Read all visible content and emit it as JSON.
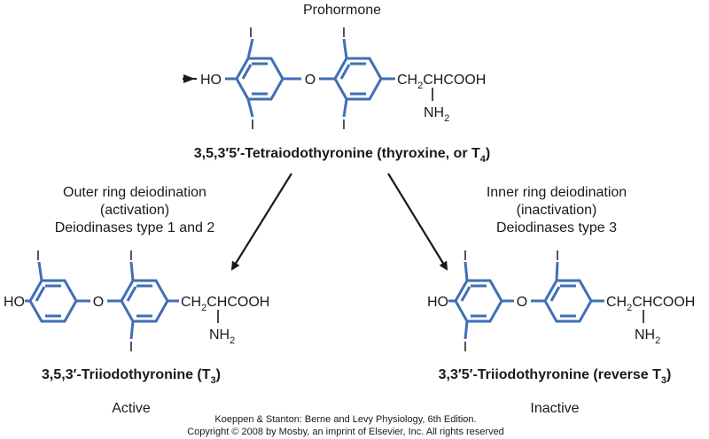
{
  "top": {
    "header": "Prohormone",
    "name_main": "3,5,3′5′-Tetraiodothyronine (thyroxine, or T",
    "name_sub": "4",
    "name_end": ")"
  },
  "left_pathway": {
    "line1": "Outer ring deiodination",
    "line2": "(activation)",
    "line3": "Deiodinases type 1 and 2",
    "name_main": "3,5,3′-Triiodothyronine (T",
    "name_sub": "3",
    "name_end": ")",
    "status": "Active"
  },
  "right_pathway": {
    "line1": "Inner ring deiodination",
    "line2": "(inactivation)",
    "line3": "Deiodinases type 3",
    "name_main": "3,3′5′-Triiodothyronine (reverse T",
    "name_sub": "3",
    "name_end": ")",
    "status": "Inactive"
  },
  "atoms": {
    "iodine": "I",
    "hydroxyl": "HO",
    "oxygen": "O",
    "ch2": "CH",
    "ch2_sub": "2",
    "chcooh": "CHCOOH",
    "nh2": "NH",
    "nh2_sub": "2"
  },
  "credit": {
    "line1": "Koeppen & Stanton: Berne and Levy Physiology, 6th Edition.",
    "line2": "Copyright © 2008 by Mosby, an imprint of Elsevier, Inc. All rights reserved"
  },
  "colors": {
    "ring": "#3f6fb5",
    "text": "#1a1a1a"
  }
}
